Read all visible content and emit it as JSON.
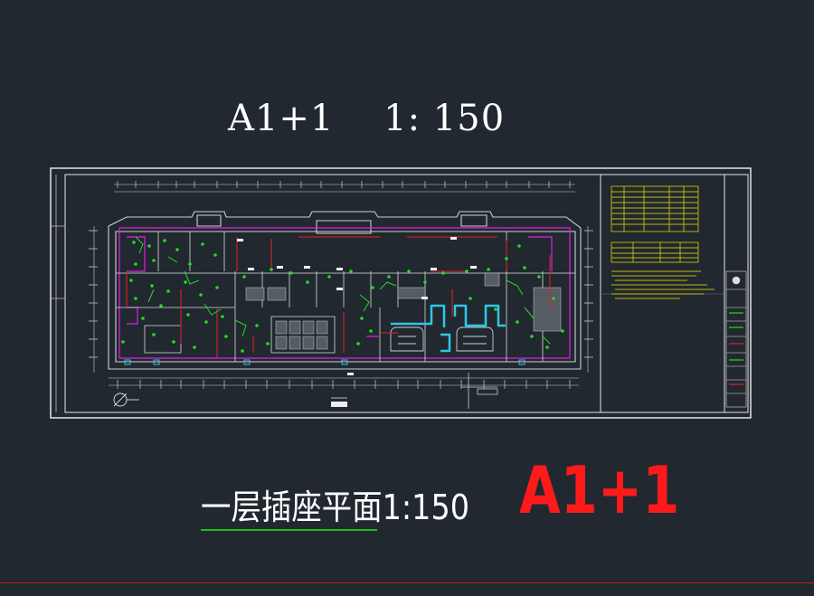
{
  "drawing": {
    "top_title": "A1+1    1: 150",
    "caption": "一层插座平面1:150",
    "sheet_mark": "A1+1"
  },
  "colors": {
    "background": "#212830",
    "frame": "#e6e6e6",
    "wall": "#cfcfcf",
    "magenta": "#e020e0",
    "green": "#22dd22",
    "red": "#ee2020",
    "yellow": "#f2e600",
    "cyan": "#2ec8e6",
    "caption_underline": "#19c419",
    "mark": "#ff1a1a"
  }
}
